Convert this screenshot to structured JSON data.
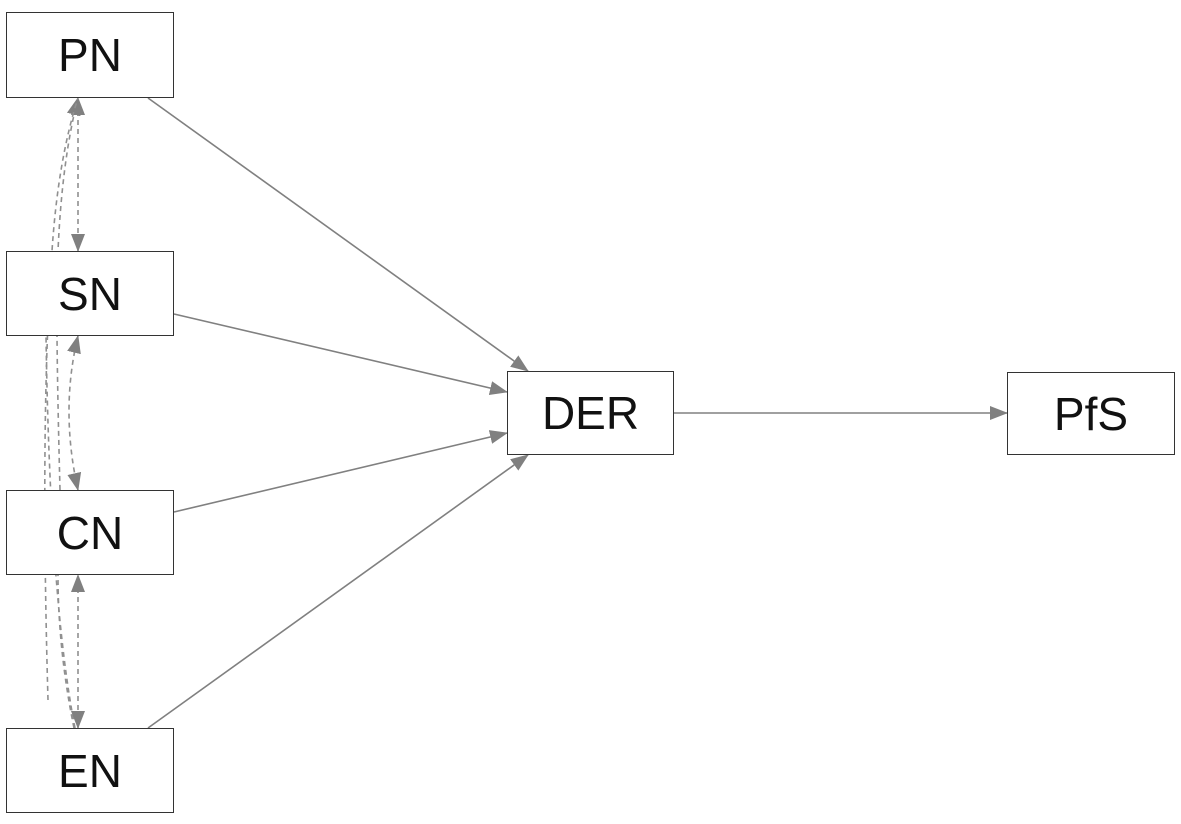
{
  "nodes": {
    "pn": "PN",
    "sn": "SN",
    "cn": "CN",
    "en": "EN",
    "der": "DER",
    "pfs": "PfS"
  },
  "colors": {
    "edge": "#808080",
    "border": "#333333"
  }
}
